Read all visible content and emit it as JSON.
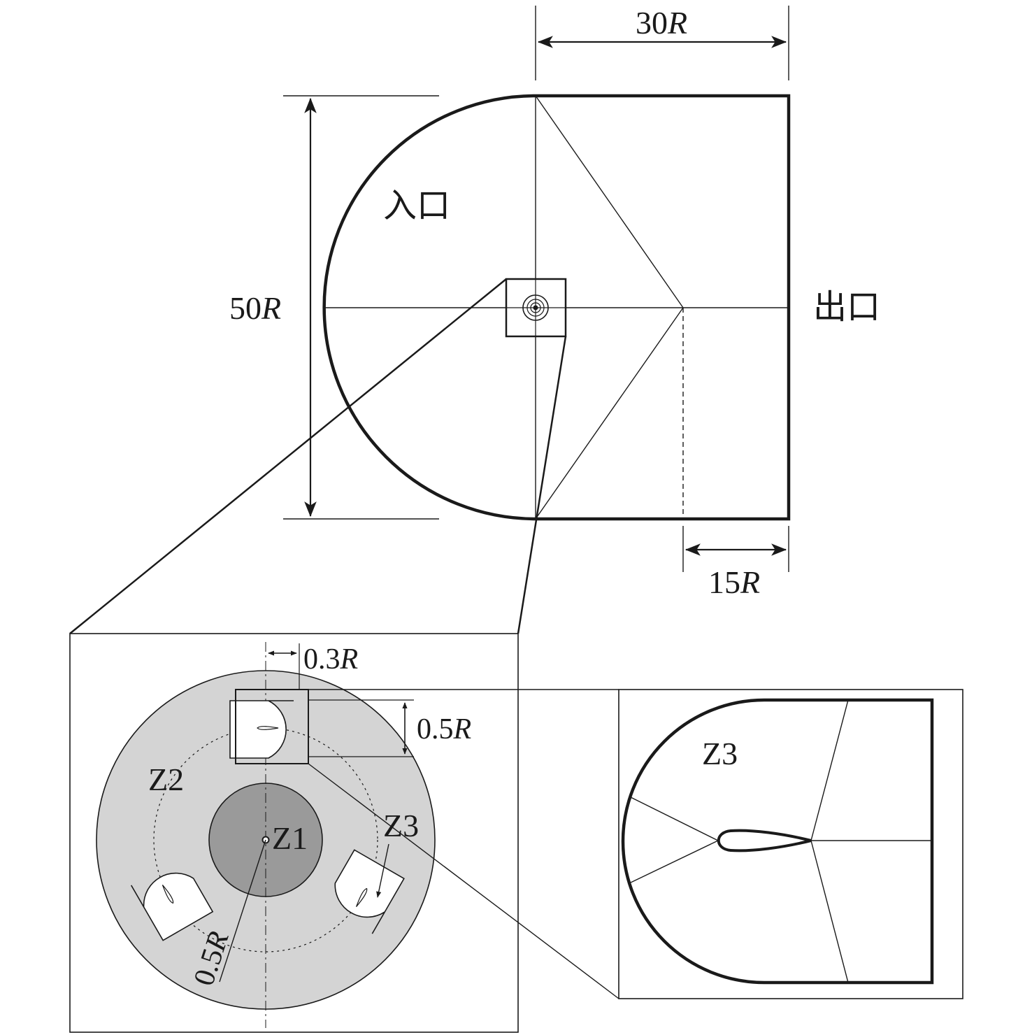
{
  "labels": {
    "inlet": "入口",
    "outlet": "出口",
    "dim_width": {
      "num": "30",
      "unit": "R"
    },
    "dim_height": {
      "num": "50",
      "unit": "R"
    },
    "dim_offset": {
      "num": "15",
      "unit": "R"
    },
    "dim_block_width": {
      "num": "0.3",
      "unit": "R"
    },
    "dim_block_height": {
      "num": "0.5",
      "unit": "R"
    },
    "dim_radius": {
      "num": "0.5",
      "unit": "R"
    },
    "zone1": "Z1",
    "zone2": "Z2",
    "zone3": "Z3",
    "zone3_detail": "Z3"
  },
  "colors": {
    "line": "#1a1a1a",
    "zone1_fill": "#9a9a9a",
    "zone2_fill": "#d4d4d4",
    "background": "#ffffff"
  },
  "rotor": {
    "blade_count": 3
  }
}
